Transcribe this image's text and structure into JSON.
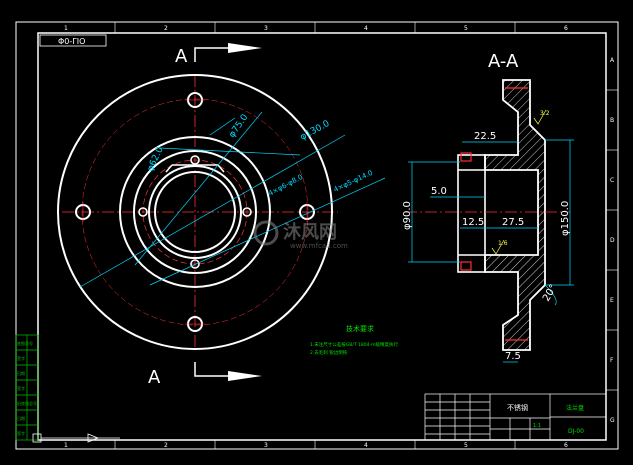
{
  "drawing": {
    "zone_numbers_top": [
      "1",
      "2",
      "3",
      "4",
      "5",
      "6"
    ],
    "zone_numbers_bottom": [
      "1",
      "2",
      "3",
      "4",
      "5",
      "6"
    ],
    "zone_letters_right": [
      "A",
      "B",
      "C",
      "D",
      "E",
      "F",
      "G"
    ],
    "drawing_code": "Φ0-ΓΙΟ",
    "section_mark": "A",
    "section_title": "A-A",
    "watermark": "沐风网",
    "watermark_url": "www.mfcad.com",
    "front_view": {
      "dim_d75": "φ75.0",
      "dim_d130": "φ130.0",
      "dim_d62": "φ62.0",
      "dim_hole_small": "4×φ6-φ8.0",
      "dim_hole_large": "4×φ5-φ14.0"
    },
    "section_view": {
      "dim_22_5": "22.5",
      "dim_5_0": "5.0",
      "dim_d90": "φ90.0",
      "dim_12_5": "12.5",
      "dim_27_5": "27.5",
      "dim_d150": "φ150.0",
      "dim_7_5": "7.5",
      "dim_20deg": "20°",
      "rough_top": "3.2",
      "rough_mid": "1.6"
    },
    "notes": {
      "title": "技术要求",
      "line1": "1.未注尺寸公差按GB/T 1804-m级精度执行",
      "line2": "2.去毛刺 锐边倒钝"
    },
    "title_block": {
      "material": "不锈钢",
      "part_name": "法兰盘",
      "drawing_number": "DJ-00",
      "scale": "1:1"
    },
    "side_table": [
      "底图总号",
      "签字",
      "日期",
      "签字",
      "旧底图总号",
      "日期",
      "签字"
    ]
  }
}
